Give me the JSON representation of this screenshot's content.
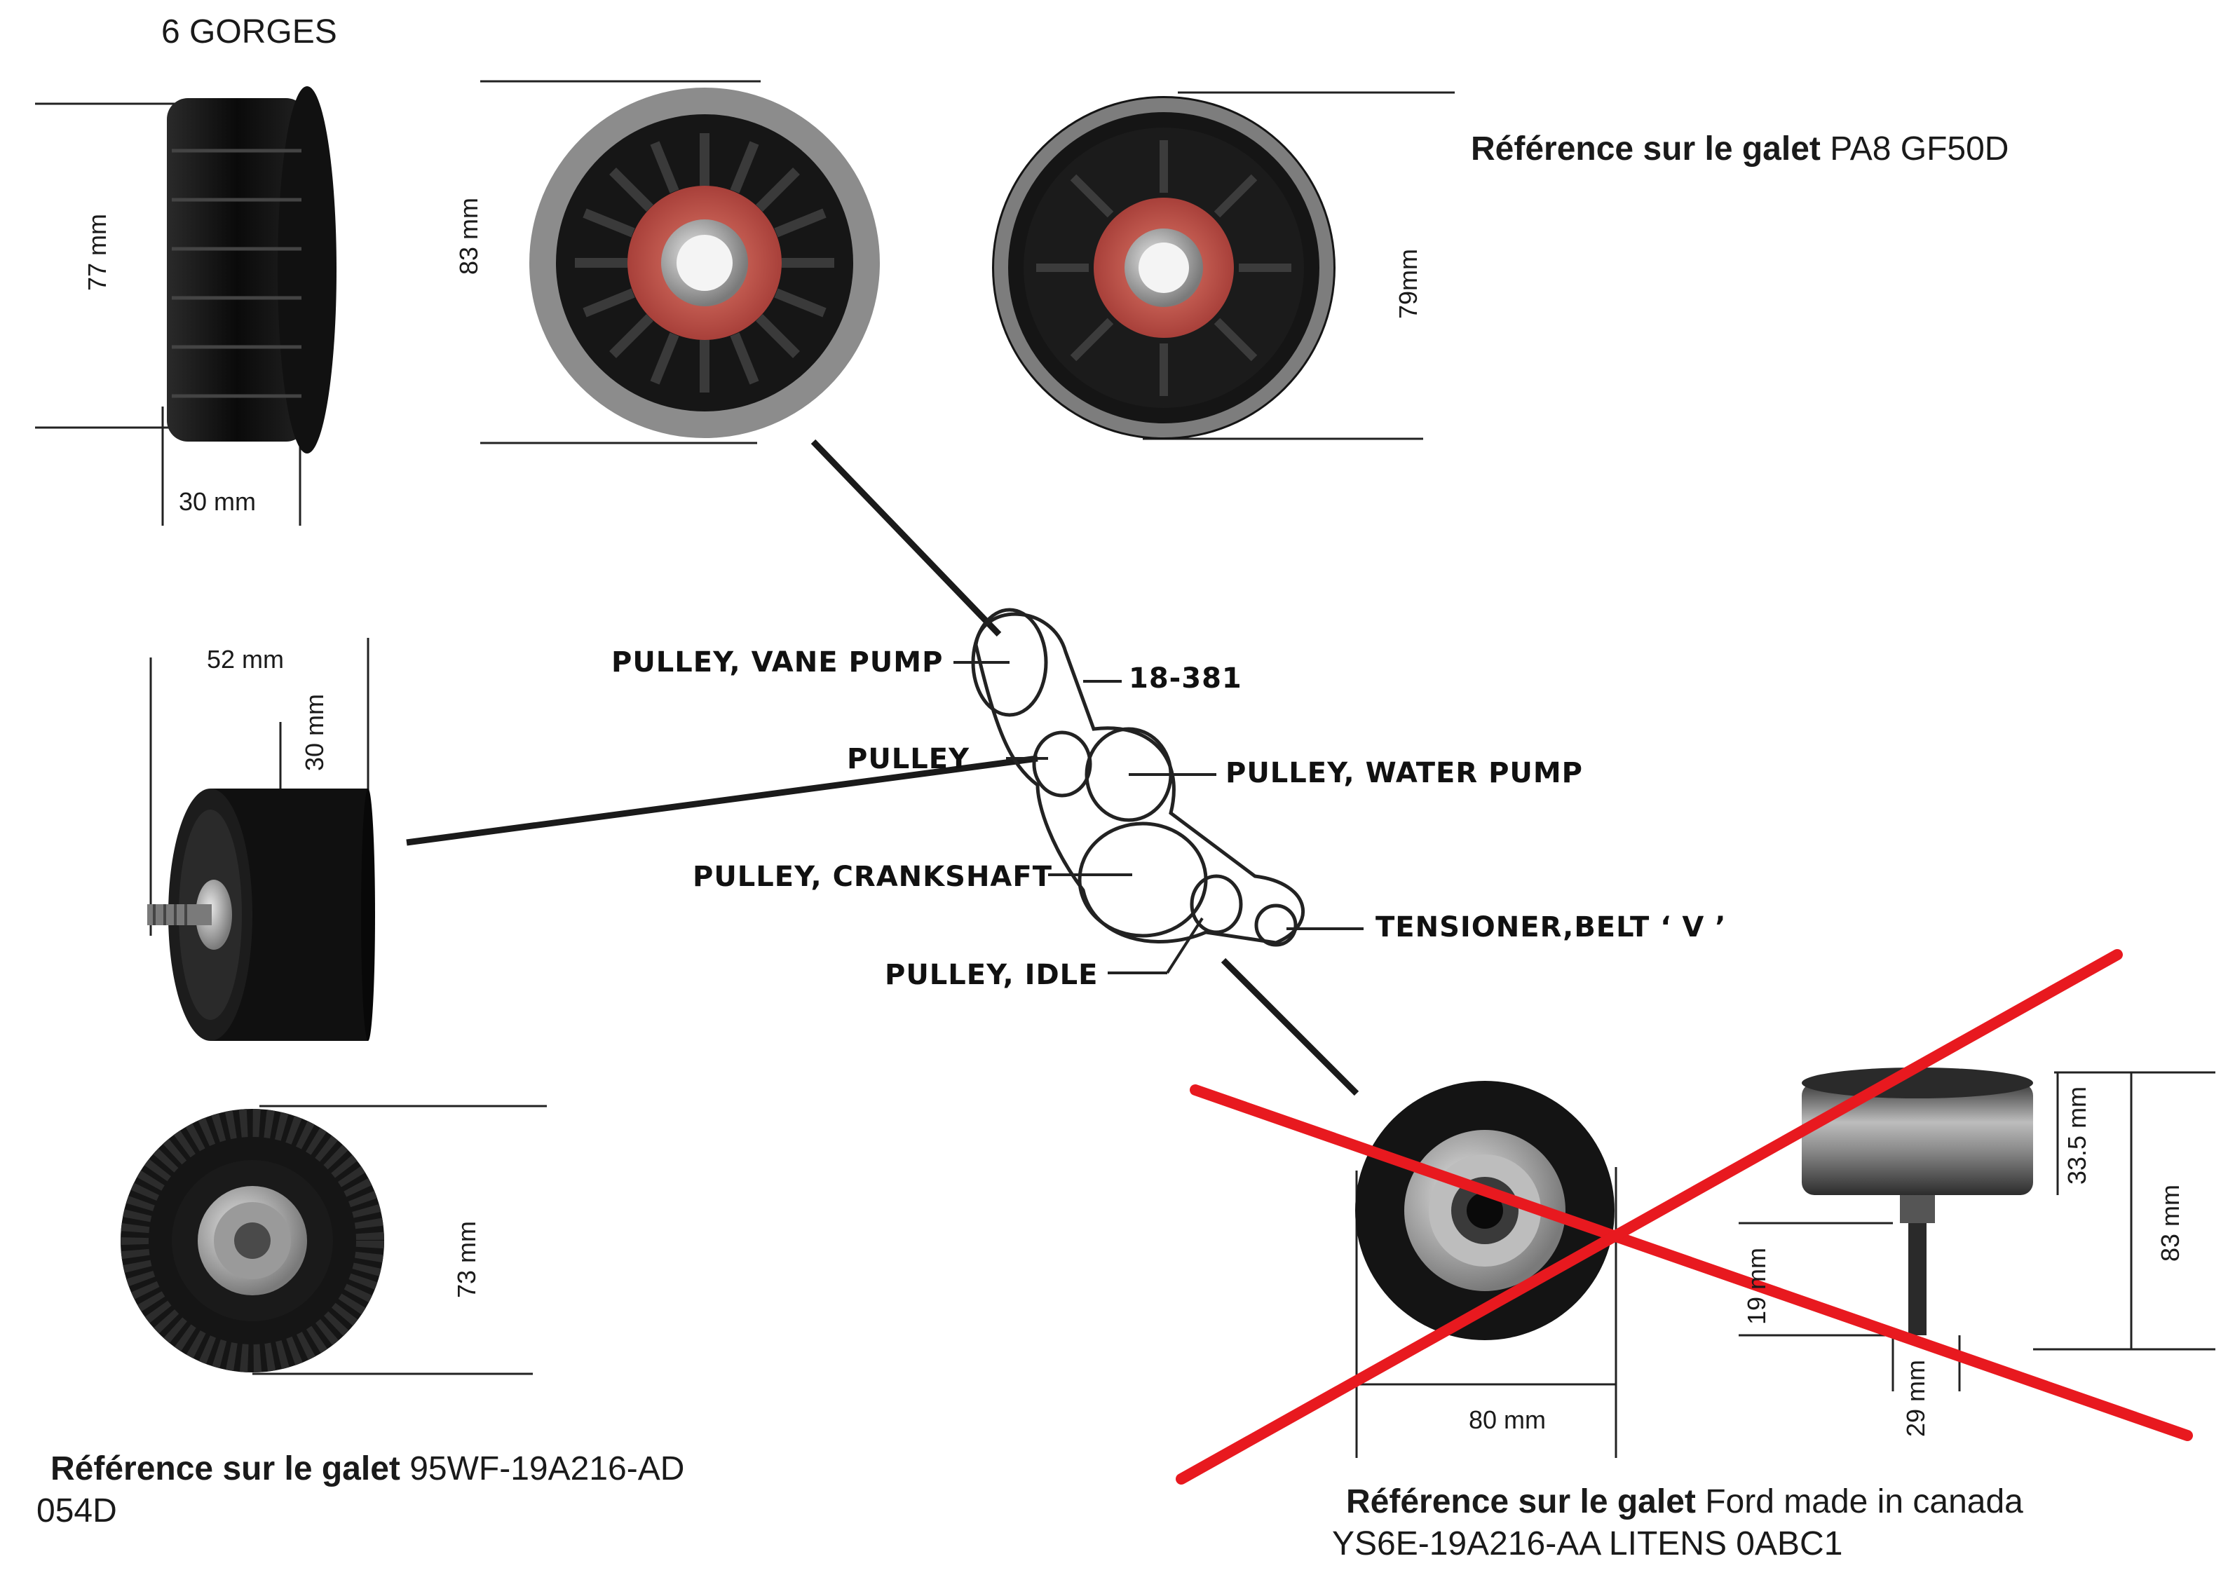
{
  "top_left": {
    "grooves": "6 GORGES",
    "height": "77 mm",
    "width": "30 mm"
  },
  "pulley_a": {
    "diameter": "83 mm"
  },
  "pulley_b": {
    "diameter": "79mm"
  },
  "ref_top": {
    "label": "Référence sur le galet",
    "value": "PA8 GF50D"
  },
  "mid_left": {
    "width": "52 mm",
    "height": "30 mm"
  },
  "bottom_left": {
    "diameter": "73 mm"
  },
  "ref_bottom_left": {
    "label": "Référence sur le galet",
    "value": "95WF-19A216-AD",
    "line2": "054D"
  },
  "diagram": {
    "vane_pump": "PULLEY, VANE  PUMP",
    "belt_code": "18-381",
    "pulley": "PULLEY",
    "water_pump": "PULLEY, WATER  PUMP",
    "crankshaft": "PULLEY, CRANKSHAFT",
    "tensioner": "TENSIONER,BELT ‘ V ’",
    "idle": "PULLEY, IDLE"
  },
  "crossed_pulley": {
    "diameter": "80 mm",
    "dim_19": "19 mm",
    "dim_29": "29 mm",
    "dim_335": "33.5 mm",
    "dim_83": "83 mm"
  },
  "ref_bottom_right": {
    "label": "Référence sur le galet",
    "value": "Ford made in canada",
    "line2": "YS6E-19A216-AA  LITENS 0ABC1"
  },
  "colors": {
    "cross": "#e8191f",
    "bearing": "#c0504d",
    "rubber": "#141414"
  }
}
